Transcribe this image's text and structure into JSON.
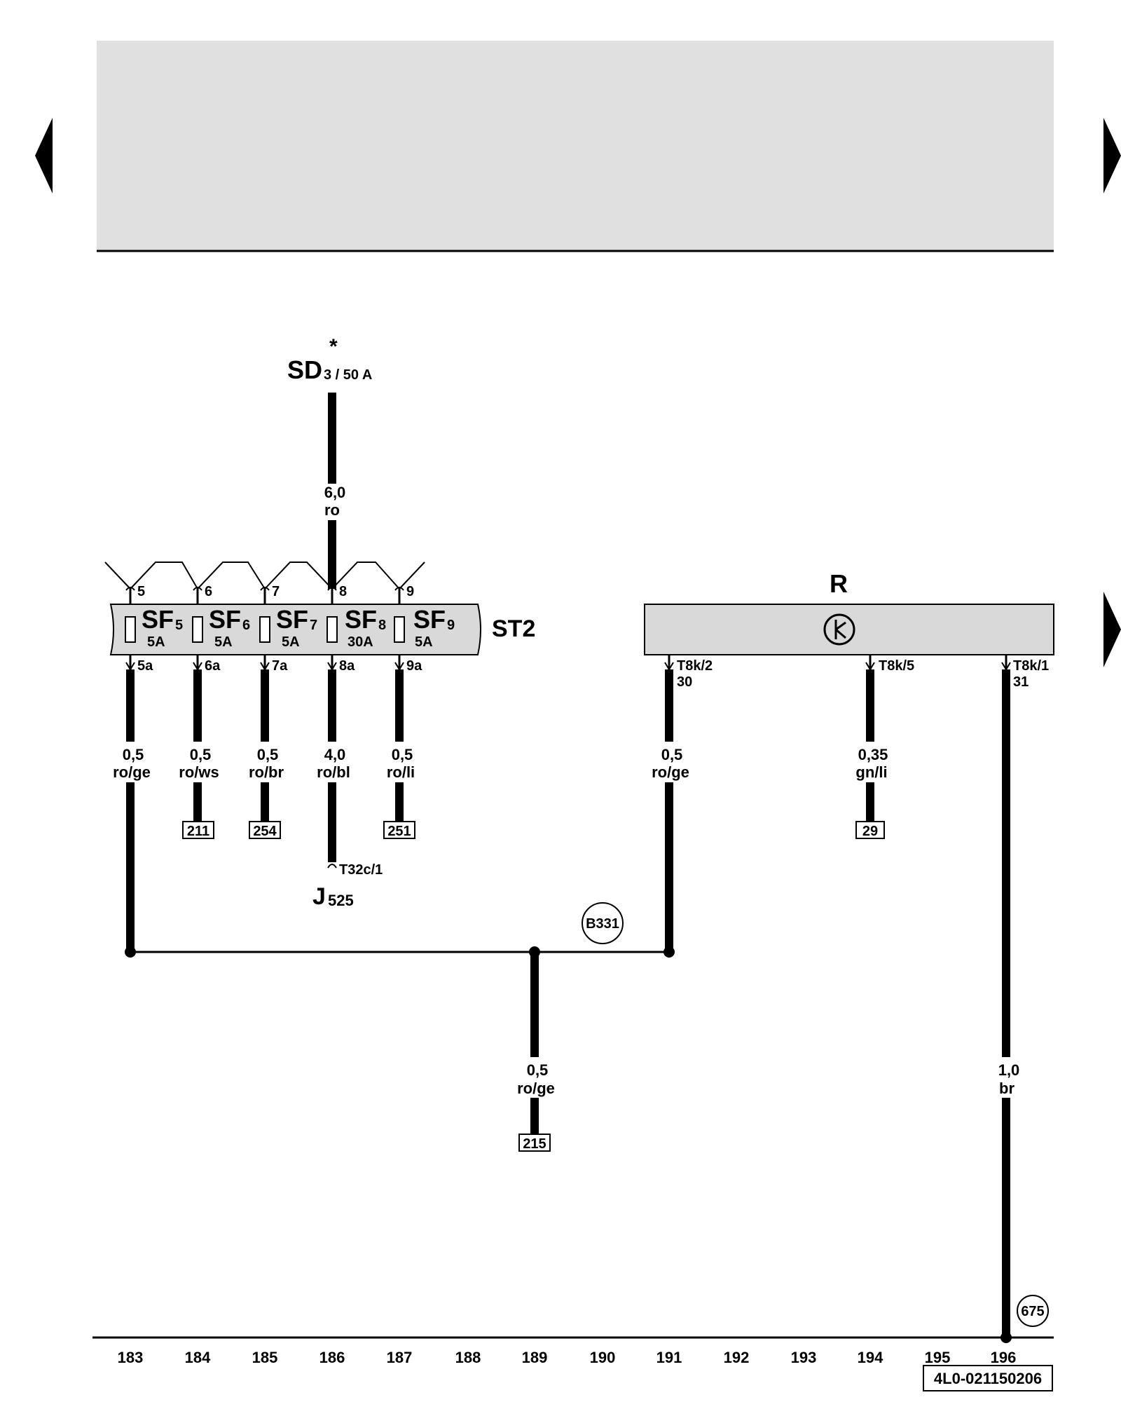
{
  "nav": {
    "prev_icon": "triangle-left-icon",
    "next_icon": "triangle-right-icon",
    "next_page_icon": "triangle-right-icon"
  },
  "feed": {
    "label": "SD",
    "sub": "3 / 50 A",
    "star": "*",
    "wire_cross": "6,0",
    "wire_color": "ro"
  },
  "fuse_block": {
    "name": "ST2",
    "fuses": [
      {
        "label": "SF",
        "sub": "5",
        "rating": "5A",
        "top_pin": "5",
        "bot_pin": "5a",
        "cross": "0,5",
        "color": "ro/ge",
        "ref": ""
      },
      {
        "label": "SF",
        "sub": "6",
        "rating": "5A",
        "top_pin": "6",
        "bot_pin": "6a",
        "cross": "0,5",
        "color": "ro/ws",
        "ref": "211"
      },
      {
        "label": "SF",
        "sub": "7",
        "rating": "5A",
        "top_pin": "7",
        "bot_pin": "7a",
        "cross": "0,5",
        "color": "ro/br",
        "ref": "254"
      },
      {
        "label": "SF",
        "sub": "8",
        "rating": "30A",
        "top_pin": "8",
        "bot_pin": "8a",
        "cross": "4,0",
        "color": "ro/bl",
        "ref": ""
      },
      {
        "label": "SF",
        "sub": "9",
        "rating": "5A",
        "top_pin": "9",
        "bot_pin": "9a",
        "cross": "0,5",
        "color": "ro/li",
        "ref": "251"
      }
    ]
  },
  "j525": {
    "pin": "T32c/1",
    "label": "J",
    "sub": "525"
  },
  "radio": {
    "name": "R",
    "icon": "radio-symbol-icon",
    "pins": [
      {
        "pin": "T8k/2",
        "term": "30",
        "cross": "0,5",
        "color": "ro/ge",
        "ref": ""
      },
      {
        "pin": "T8k/5",
        "term": "",
        "cross": "0,35",
        "color": "gn/li",
        "ref": "29"
      },
      {
        "pin": "T8k/1",
        "term": "31",
        "cross": "1,0",
        "color": "br",
        "ref": ""
      }
    ]
  },
  "splice": {
    "b331": "B331",
    "ground": "675"
  },
  "branch": {
    "cross": "0,5",
    "color": "ro/ge",
    "ref": "215"
  },
  "columns": [
    "183",
    "184",
    "185",
    "186",
    "187",
    "188",
    "189",
    "190",
    "191",
    "192",
    "193",
    "194",
    "195",
    "196"
  ],
  "doc_number": "4L0-021150206"
}
